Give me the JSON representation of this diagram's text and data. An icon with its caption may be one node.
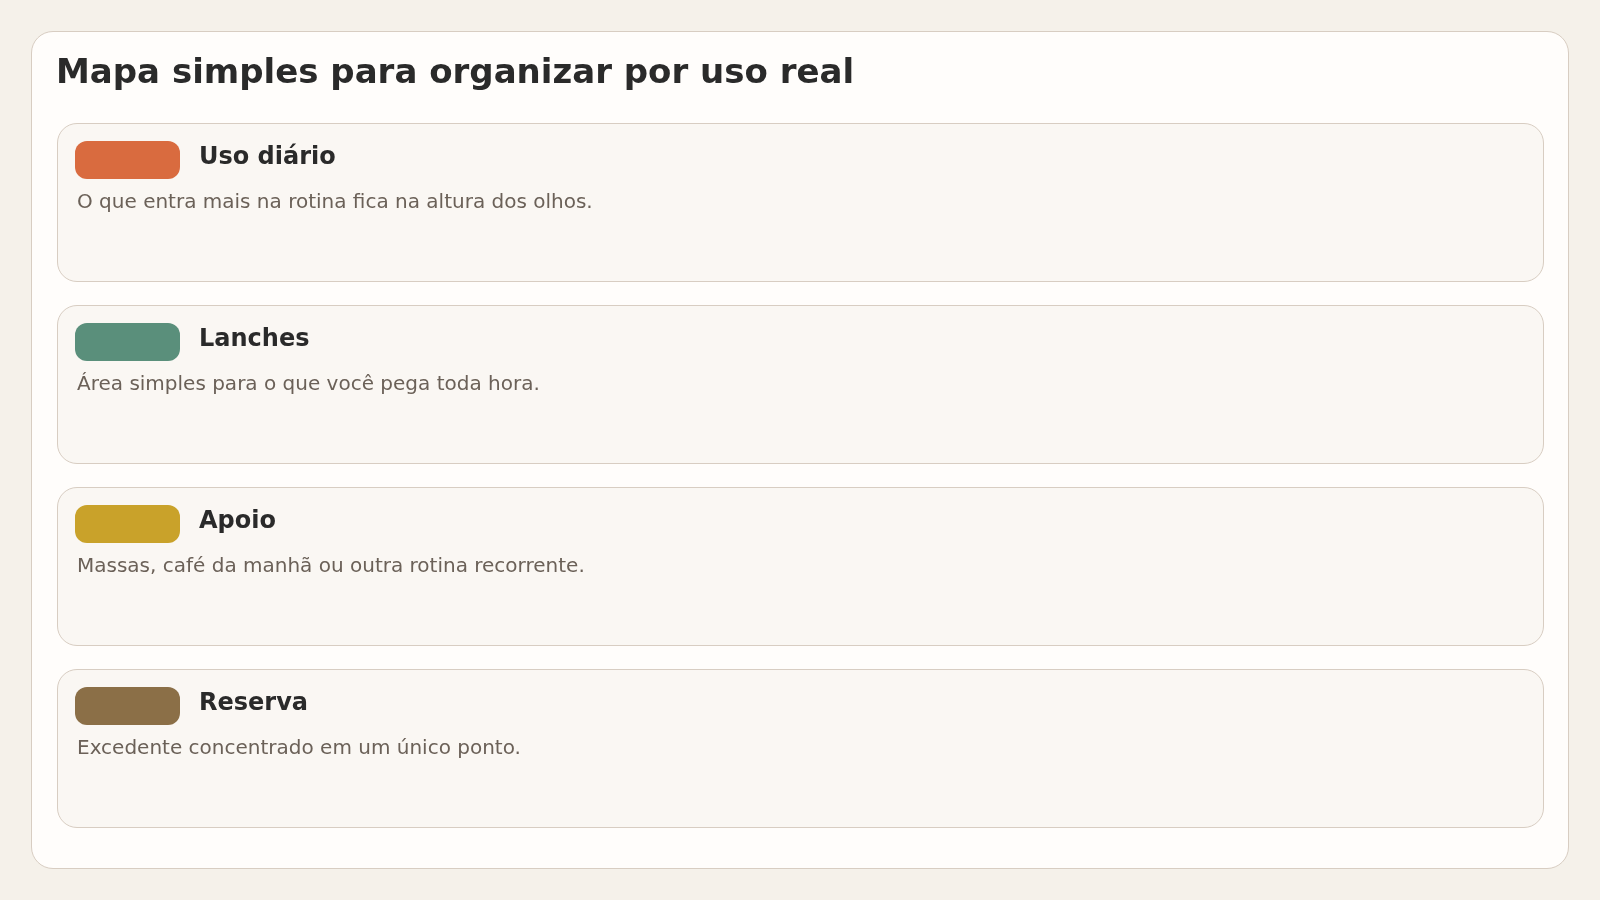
{
  "diagram": {
    "title": "Mapa simples para organizar por uso real",
    "nodes": [
      {
        "text": [
          "Uso diário",
          "O que entra mais na rotina fica na altura dos olhos."
        ]
      },
      {
        "text": [
          "Lanches",
          "Área simples para o que você pega toda hora."
        ]
      },
      {
        "text": [
          "Apoio",
          "Massas, café da manhã ou outra rotina recorrente."
        ]
      },
      {
        "text": [
          "Reserva",
          "Excedente concentrado em um único ponto."
        ]
      }
    ]
  }
}
